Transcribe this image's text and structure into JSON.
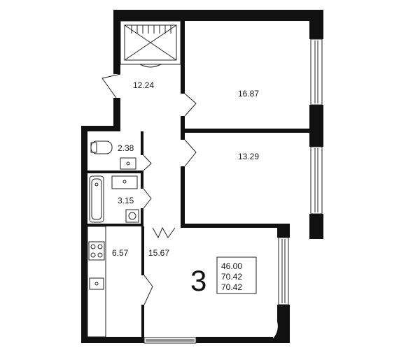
{
  "rooms": {
    "wardrobe_hall": "12.24",
    "bedroom_top": "16.87",
    "bedroom_middle": "13.29",
    "toilet": "2.38",
    "bathroom": "3.15",
    "kitchen": "6.57",
    "living": "15.67"
  },
  "summary": {
    "room_count": "3",
    "living_area": "46.00",
    "total_area": "70.42",
    "total_area_with_coef": "70.42"
  },
  "colors": {
    "wall": "#111111",
    "line": "#222222",
    "background": "#ffffff"
  }
}
